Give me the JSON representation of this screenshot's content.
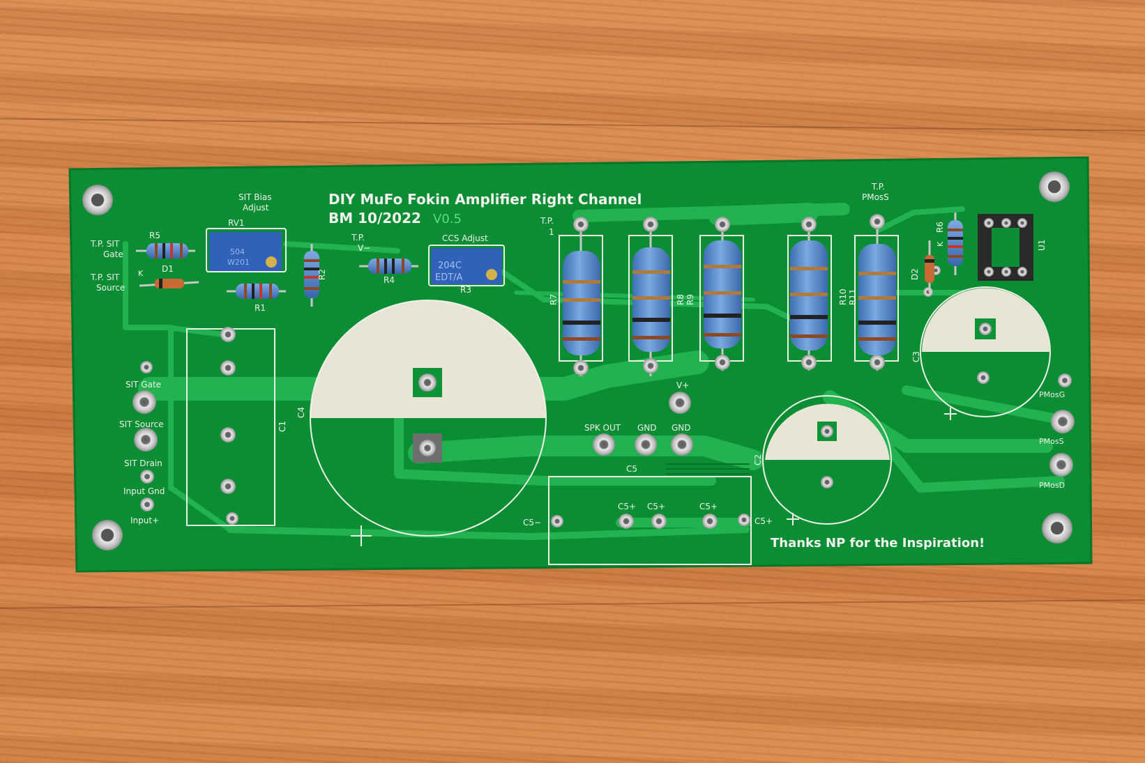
{
  "board": {
    "title_line1": "DIY MuFo Fokin Amplifier  Right Channel",
    "title_line2": "BM 10/2022",
    "version": "V0.5",
    "thanks": "Thanks NP for the Inspiration!"
  },
  "labels": {
    "sit_bias": "SIT Bias",
    "adjust": "Adjust",
    "rv1": "RV1",
    "r5": "R5",
    "tp_sit": "T.P. SIT",
    "gate": "Gate",
    "tp_sit_source": "T.P. SIT",
    "source": "Source",
    "k": "K",
    "d1": "D1",
    "r1": "R1",
    "r2": "R2",
    "tp": "T.P.",
    "v_minus": "V−",
    "r4": "R4",
    "ccs_adjust": "CCS Adjust",
    "r3": "R3",
    "tp1_a": "T.P.",
    "tp1_b": "1",
    "r7": "R7",
    "r8": "R8",
    "r9": "R9",
    "r10": "R10",
    "r11": "R11",
    "tp_pmos_a": "T.P.",
    "tp_pmos_b": "PMosS",
    "r6": "R6",
    "k2": "K",
    "d2": "D2",
    "u1": "U1",
    "c3": "C3",
    "c1": "C1",
    "c4": "C4",
    "c2": "C2",
    "c5": "C5",
    "sit_gate": "SIT Gate",
    "sit_source": "SIT Source",
    "sit_drain": "SIT Drain",
    "input_gnd": "Input Gnd",
    "input_plus": "Input+",
    "v_plus": "V+",
    "spk_out": "SPK OUT",
    "gnd1": "GND",
    "gnd2": "GND",
    "c5_plus": "C5+",
    "c5_minus": "C5−",
    "pmosg": "PMosG",
    "pmoss": "PMosS",
    "pmosd": "PMosD",
    "pot1_text_a": "504",
    "pot1_text_b": "W201",
    "pot2_text_a": "204C",
    "pot2_text_b": "EDT/A"
  },
  "colors": {
    "wood": "#d3844a",
    "pcb": "#0c9436",
    "trace": "#20b04d",
    "silk": "#f2f2ee",
    "resistor_body": "#5a8fd0",
    "pot_body": "#2f62b8"
  }
}
